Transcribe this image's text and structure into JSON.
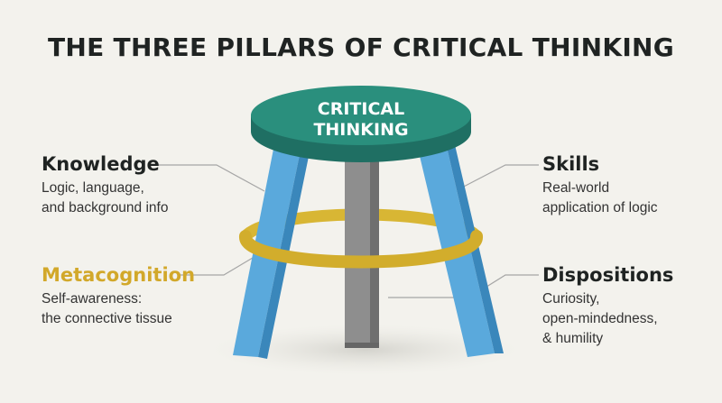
{
  "title": "THE THREE PILLARS OF CRITICAL THINKING",
  "seat": {
    "line1": "CRITICAL",
    "line2": "THINKING"
  },
  "labels": {
    "knowledge": {
      "heading": "Knowledge",
      "lines": [
        "Logic, language,",
        "and background info"
      ]
    },
    "metacognition": {
      "heading": "Metacognition",
      "lines": [
        "Self-awareness:",
        "the connective tissue"
      ]
    },
    "skills": {
      "heading": "Skills",
      "lines": [
        "Real-world",
        "application of logic"
      ]
    },
    "dispositions": {
      "heading": "Dispositions",
      "lines": [
        "Curiosity,",
        "open-mindedness,",
        "& humility"
      ]
    }
  },
  "colors": {
    "background": "#f3f2ed",
    "seat": "#2a8f7d",
    "legs": "#5aa9dc",
    "center_leg": "#8b8b8b",
    "ring": "#d8b634",
    "metacognition_heading": "#d2a82a"
  }
}
